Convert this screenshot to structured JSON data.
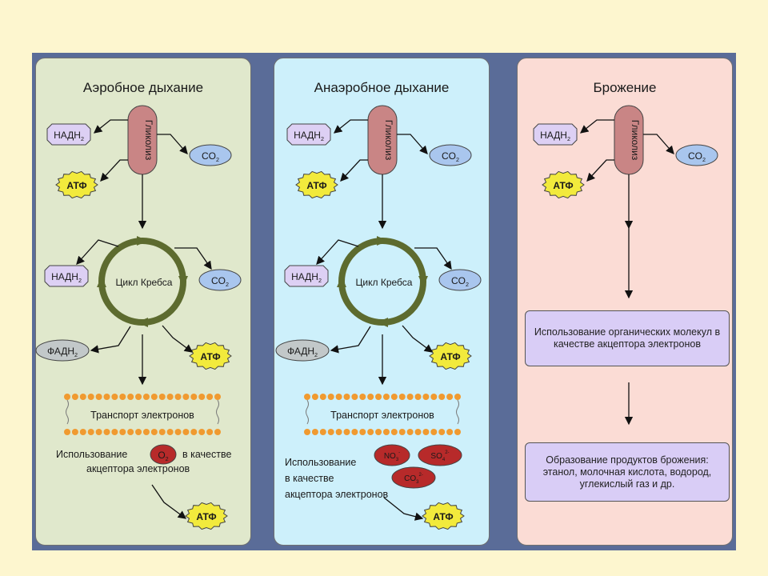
{
  "panels": [
    {
      "title": "Аэробное дыхание"
    },
    {
      "title": "Анаэробное дыхание"
    },
    {
      "title": "Брожение"
    }
  ],
  "labels": {
    "glycolysis": "Гликолиз",
    "nadh": "НАДН",
    "nadh_sub": "2",
    "co2": "CO",
    "co2_sub": "2",
    "atp": "АТФ",
    "fadh": "ФАДН",
    "fadh_sub": "2",
    "krebs": "Цикл Кребса",
    "transport": "Транспорт электронов"
  },
  "aerobic": {
    "use_before": "Использование",
    "o2": "O",
    "o2_sub": "2",
    "use_after": "в качестве",
    "use_line2": "акцептора электронов"
  },
  "anaerobic": {
    "use_line1": "Использование",
    "use_line2": "в качестве",
    "use_line3": "акцептора электронов",
    "no3": "NO",
    "no3_sub": "3",
    "no3_sup": "-",
    "so4": "SO",
    "so4_sub": "4",
    "so4_sup": "2-",
    "co3": "CO",
    "co3_sub": "3",
    "co3_sup": "2-"
  },
  "fermentation": {
    "box1": "Использование органических молекул в качестве акцептора электронов",
    "box2": "Образование продуктов брожения: этанол, молочная кислота, водород, углекислый газ и др."
  },
  "colors": {
    "background": "#fdf6cf",
    "frame": "#5a6c98",
    "aerobic_panel": "#e0e8cc",
    "anaerobic_panel": "#cdf0fb",
    "fermentation_panel": "#fbdcd5",
    "glycolysis": "#c98585",
    "nadh": "#ddd0f4",
    "co2": "#a9c6ee",
    "atp": "#f2ea3c",
    "fadh": "#c2c8c9",
    "krebs_ring": "#5d6b2f",
    "membrane_head": "#f09a30",
    "acceptor": "#b72a2a",
    "box": "#d9cdf6"
  }
}
